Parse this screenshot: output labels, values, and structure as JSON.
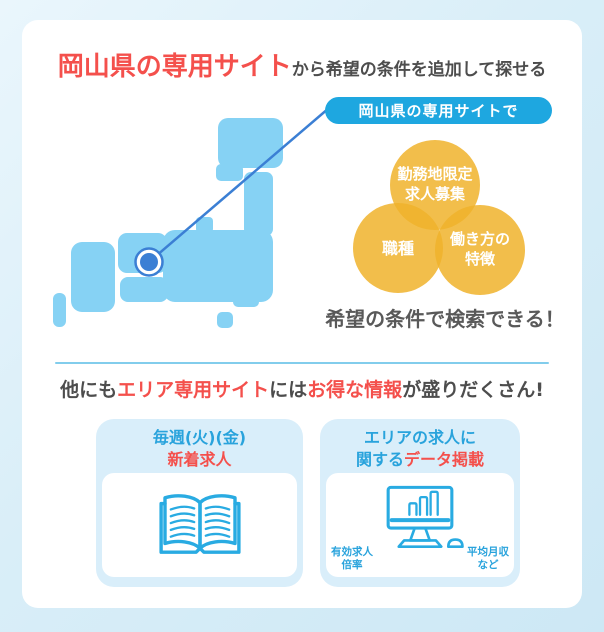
{
  "colors": {
    "accent_red": "#f4504c",
    "text_dark": "#4d4d4d",
    "pill_blue": "#1ea7e0",
    "map_blue": "#86d2f4",
    "marker_blue": "#3b7fd4",
    "venn_yellow": "#f0b32c",
    "icon_blue": "#29abe2",
    "card_bg_blue": "#d9eefa",
    "text_blue": "#29a3dc"
  },
  "section1": {
    "title_highlight": "岡山県の専用サイト",
    "title_rest": "から希望の条件を追加して探せる",
    "pill_label": "岡山県の専用サイトで",
    "venn_top_line1": "勤務地限定",
    "venn_top_line2": "求人募集",
    "venn_left": "職種",
    "venn_right_line1": "働き方の",
    "venn_right_line2": "特徴",
    "caption": "希望の条件で検索できる！"
  },
  "section2": {
    "heading_p1": "他にも",
    "heading_p2": "エリア専用サイト",
    "heading_p3": "には",
    "heading_p4": "お得な情報",
    "heading_p5": "が盛りだくさん!",
    "card_newjobs": {
      "header_line1": "毎週(火)(金)",
      "header_line2": "新着求人"
    },
    "card_data": {
      "header_line1": "エリアの求人に",
      "header_line2_blue": "関する",
      "header_line2_red": "データ掲載",
      "label_left_line1": "有効求人",
      "label_left_line2": "倍率",
      "label_right_line1": "平均月収",
      "label_right_line2": "など"
    }
  }
}
